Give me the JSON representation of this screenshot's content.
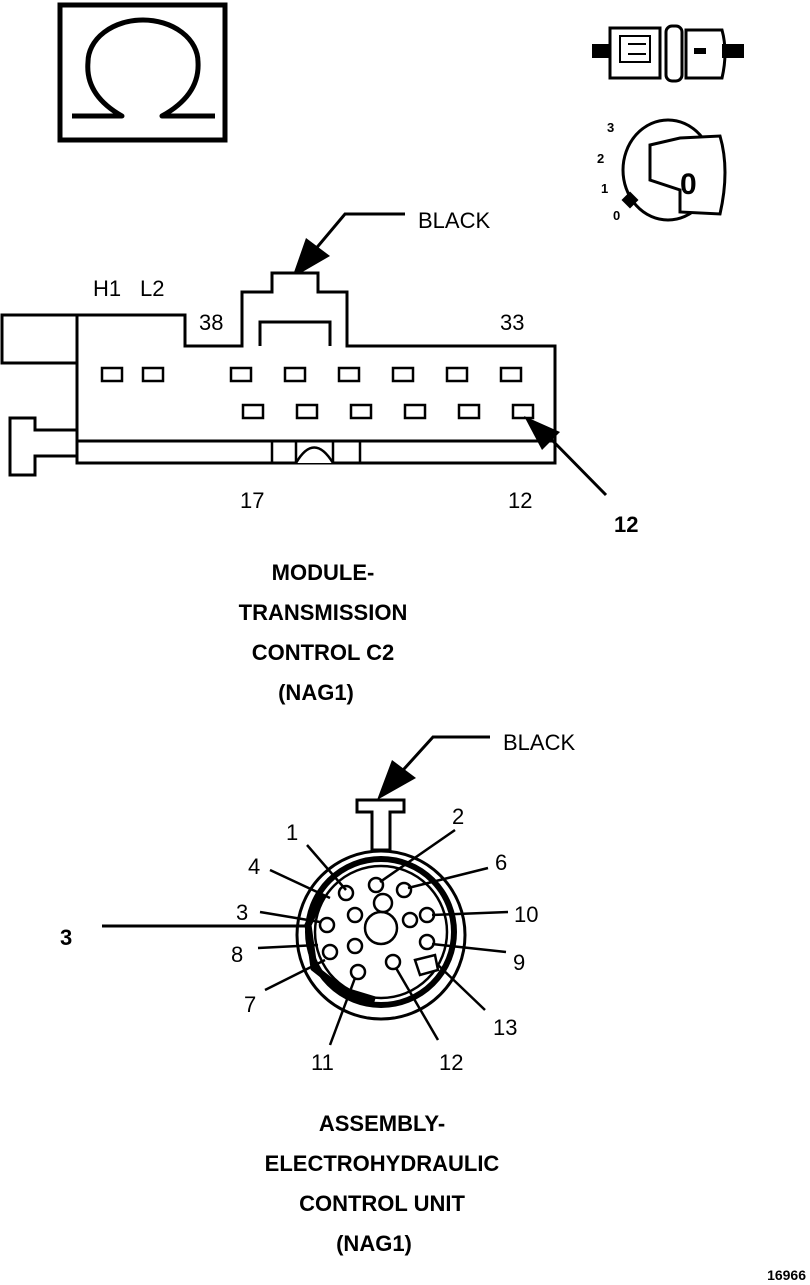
{
  "ohm_symbol": "Ω",
  "ignition": {
    "positions": [
      "3",
      "2",
      "1",
      "0"
    ],
    "key_label": "0"
  },
  "c2": {
    "wire_color": "BLACK",
    "pin_labels": {
      "h1": "H1",
      "l2": "L2",
      "p38": "38",
      "p33": "33",
      "p17": "17",
      "p12": "12"
    },
    "callout": "12",
    "title_lines": [
      "MODULE-",
      "TRANSMISSION",
      "CONTROL C2",
      "(NAG1)"
    ]
  },
  "ehcu": {
    "wire_color": "BLACK",
    "callout": "3",
    "pin_labels": [
      "1",
      "2",
      "3",
      "4",
      "6",
      "7",
      "8",
      "9",
      "10",
      "11",
      "12",
      "13"
    ],
    "title_lines": [
      "ASSEMBLY-",
      "ELECTROHYDRAULIC",
      "CONTROL UNIT",
      "(NAG1)"
    ]
  },
  "figure_number": "16966"
}
